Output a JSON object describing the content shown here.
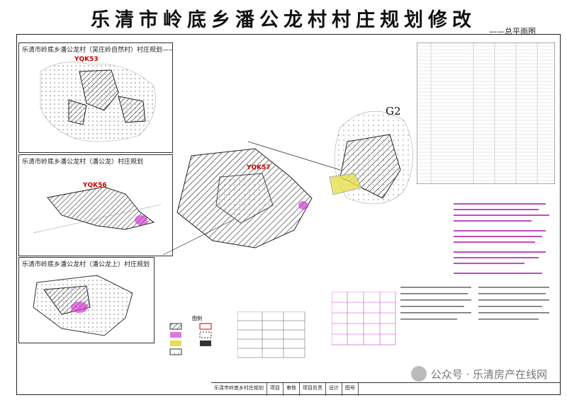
{
  "title": "乐清市岭底乡潘公龙村村庄规划修改",
  "subtitle": "——总平面图",
  "insets": [
    {
      "title": "乐清市岭底乡潘公龙村（吴庄岭自然村）村庄规划——总平面图",
      "code": "YQK53"
    },
    {
      "title": "乐清市岭底乡潘公龙村（潘公龙）村庄规划",
      "code": "YQK56"
    },
    {
      "title": "乐清市岭底乡潘公龙村（潘公龙上）村庄规划"
    }
  ],
  "main_map": {
    "code": "YQK57",
    "area_label": "G2"
  },
  "legend_title": "图例",
  "watermark": "公众号 · 乐清房产在线网",
  "bottom_bar": [
    "乐清市岭底乡村庄规划",
    "项目",
    "审核",
    "项目负责",
    "设计",
    "图号"
  ],
  "colors": {
    "hatch": "#333333",
    "magenta": "#d03cd0",
    "yellow": "#e8e04a",
    "red": "#cc0000"
  }
}
